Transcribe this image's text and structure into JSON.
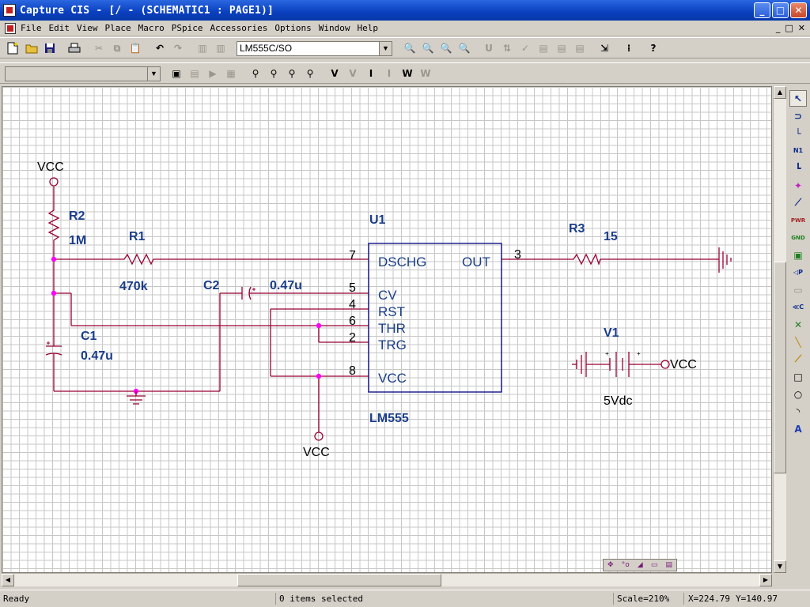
{
  "window": {
    "title": "Capture CIS - [/ - (SCHEMATIC1 : PAGE1)]",
    "buttons": {
      "minimize": "_",
      "maximize": "□",
      "close": "✕"
    }
  },
  "menu": {
    "items": [
      "File",
      "Edit",
      "View",
      "Place",
      "Macro",
      "PSpice",
      "Accessories",
      "Options",
      "Window",
      "Help"
    ],
    "mdi_buttons": [
      "_",
      "□",
      "✕"
    ]
  },
  "toolbar": {
    "part_combo_value": "LM555C/SO",
    "net_combo_value": ""
  },
  "schematic": {
    "labels": {
      "vcc_r2": "VCC",
      "vcc_bottom": "VCC",
      "vcc_v1": "VCC",
      "r2_ref": "R2",
      "r2_val": "1M",
      "r1_ref": "R1",
      "r1_val": "470k",
      "c2_ref": "C2",
      "c2_val": "0.47u",
      "c1_ref": "C1",
      "c1_val": "0.47u",
      "u1_ref": "U1",
      "u1_val": "LM555",
      "r3_ref": "R3",
      "r3_val": "15",
      "v1_ref": "V1",
      "v1_val": "5Vdc"
    },
    "u1_pins": [
      {
        "num": "7",
        "name": "DSCHG"
      },
      {
        "num": "5",
        "name": "CV"
      },
      {
        "num": "4",
        "name": "RST"
      },
      {
        "num": "6",
        "name": "THR"
      },
      {
        "num": "2",
        "name": "TRG"
      },
      {
        "num": "8",
        "name": "VCC"
      },
      {
        "num": "3",
        "name": "OUT"
      }
    ],
    "v1_plus": "+",
    "colors": {
      "wire": "#990033",
      "part": "#000080",
      "junction": "#ff00ff",
      "pin_text": "#000000",
      "text": "#000040"
    }
  },
  "statusbar": {
    "status": "Ready",
    "selection": "0 items selected",
    "scale": "Scale=210%",
    "x": "X=224.79",
    "y": "Y=140.97"
  }
}
